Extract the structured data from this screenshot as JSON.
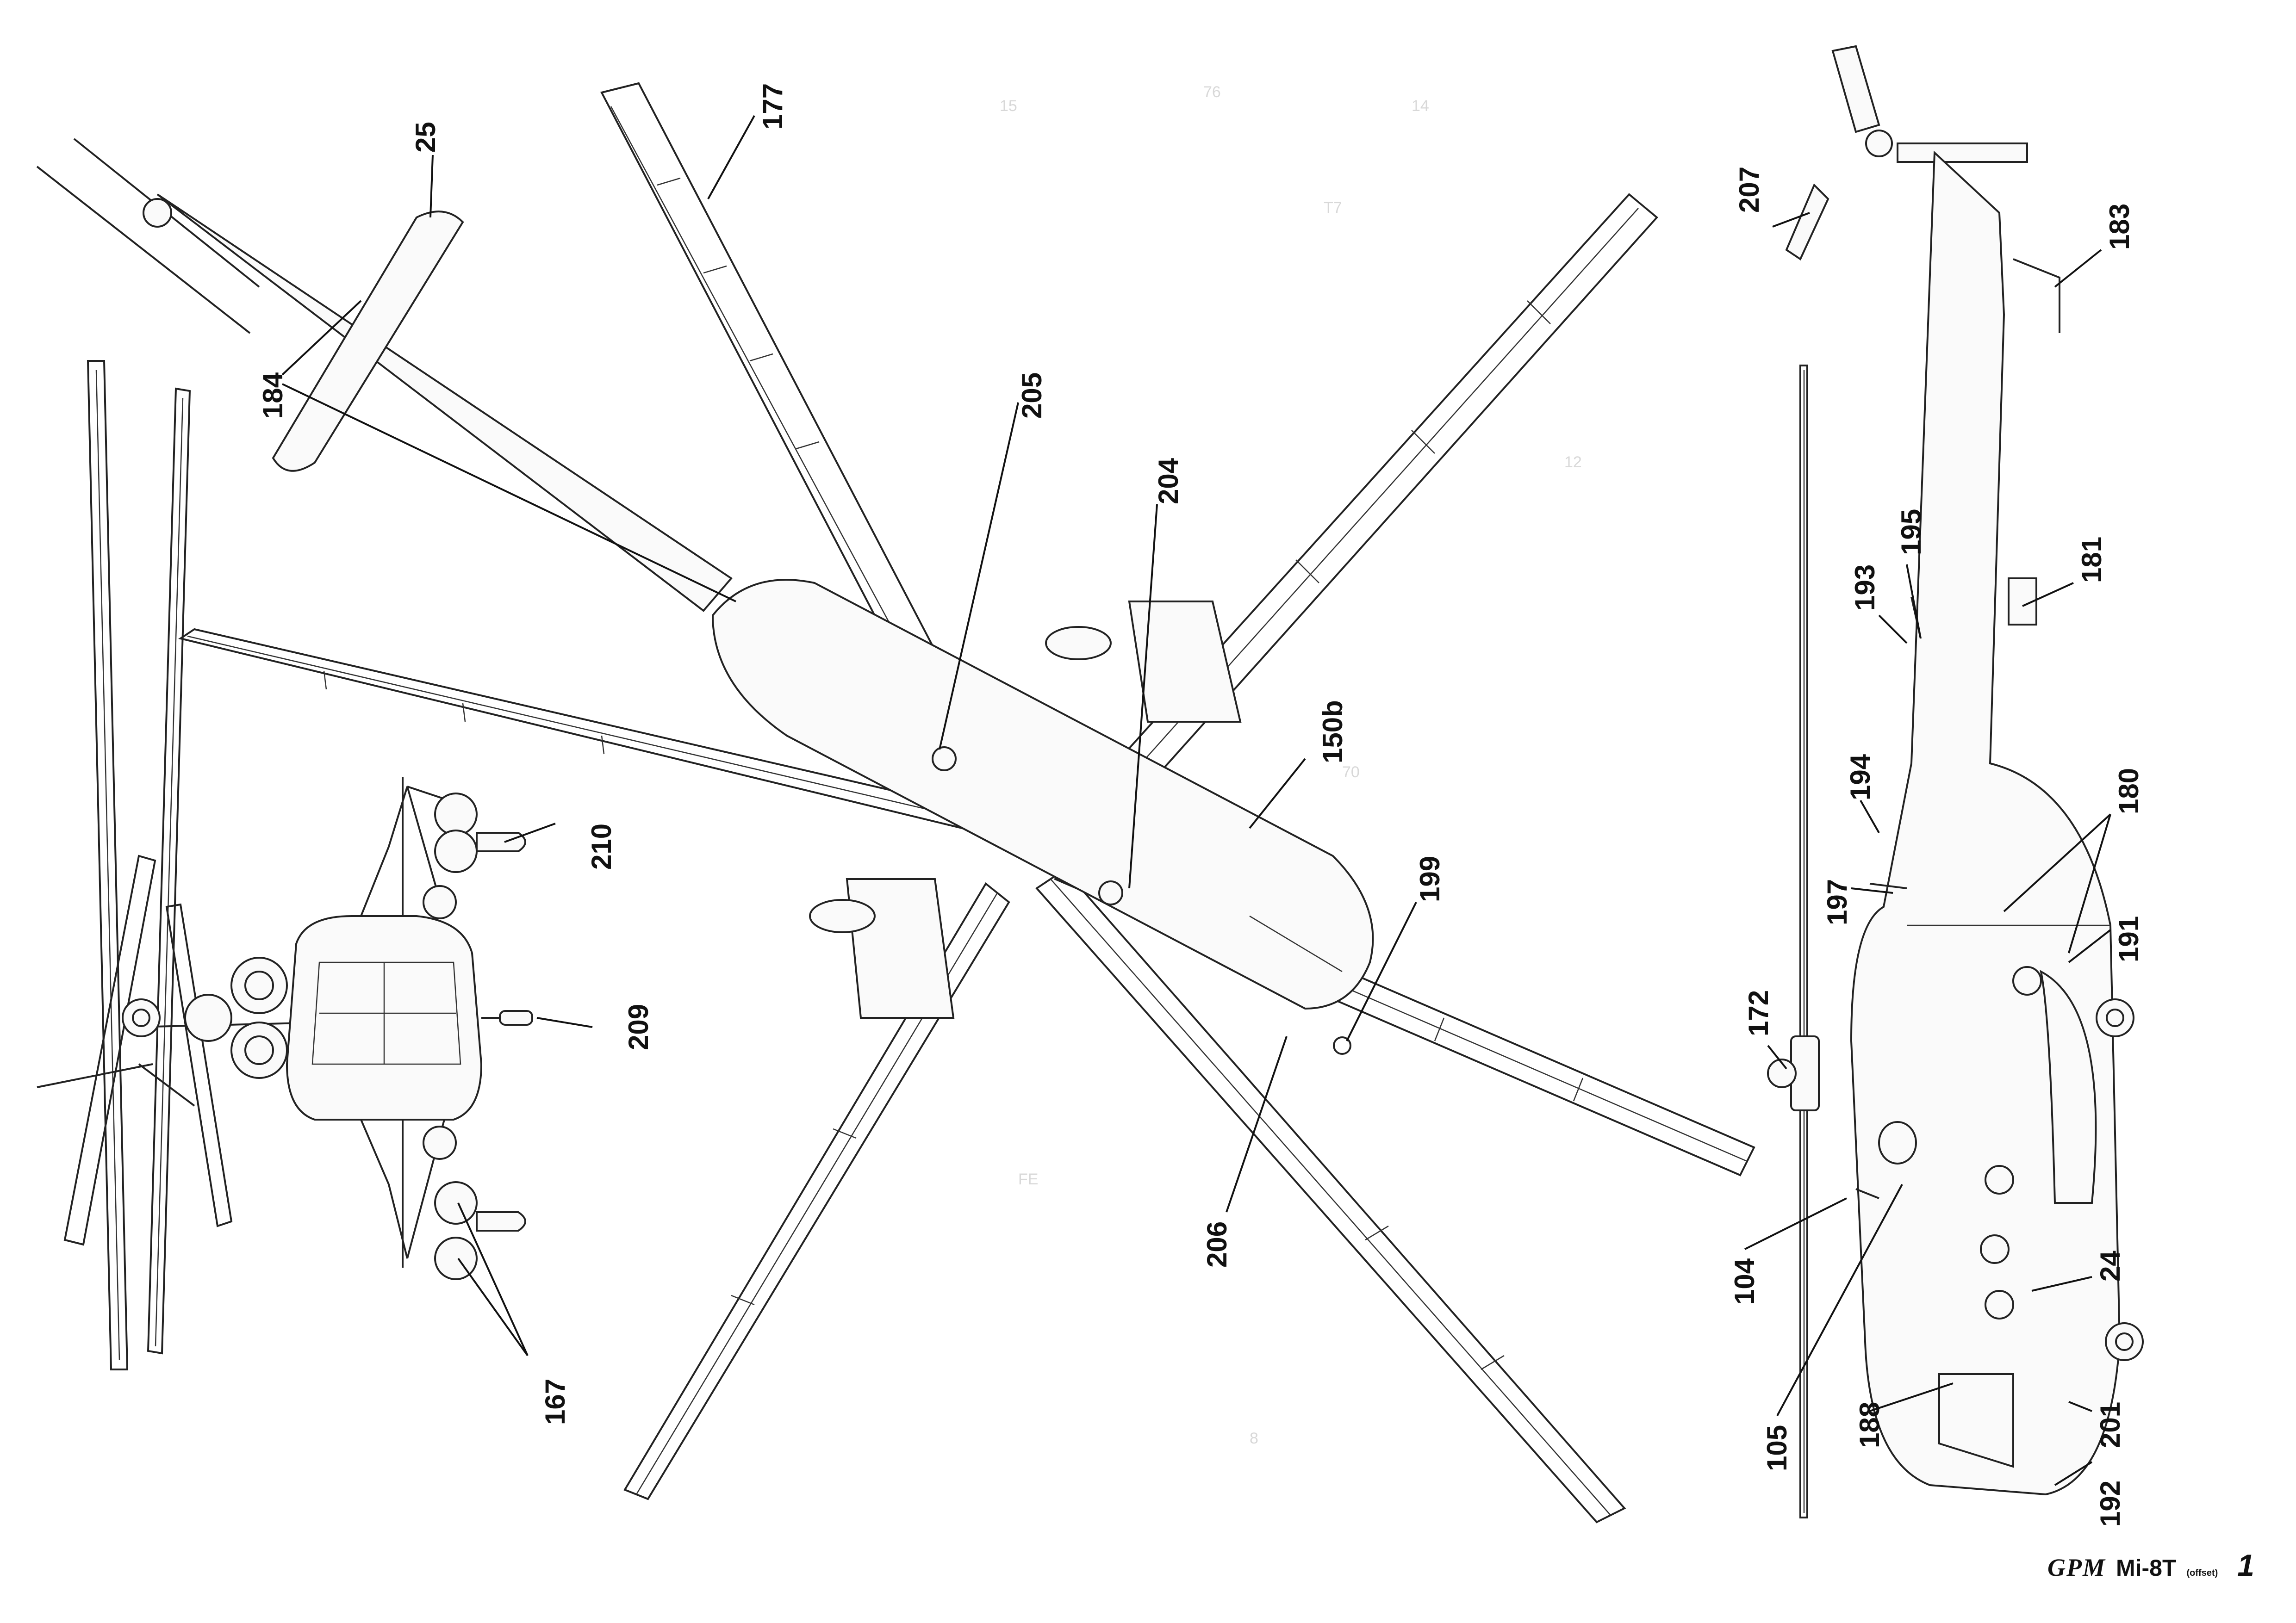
{
  "footer": {
    "brand": "GPM",
    "model": "Mi-8T",
    "variant": "(offset)",
    "page": "1"
  },
  "callouts": {
    "c25": "25",
    "c184": "184",
    "c177": "177",
    "c205": "205",
    "c204": "204",
    "c150b": "150b",
    "c199": "199",
    "c206": "206",
    "c210": "210",
    "c209": "209",
    "c167": "167",
    "c207": "207",
    "c183": "183",
    "c195": "195",
    "c193": "193",
    "c181": "181",
    "c194": "194",
    "c180": "180",
    "c197": "197",
    "c191": "191",
    "c172": "172",
    "c104": "104",
    "c105": "105",
    "c24": "24",
    "c188": "188",
    "c201": "201",
    "c192": "192"
  }
}
